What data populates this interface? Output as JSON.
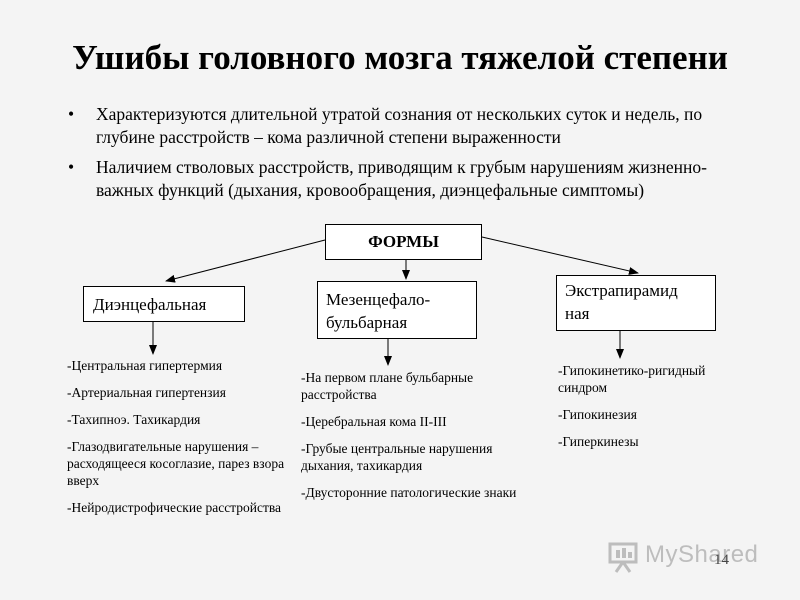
{
  "slide": {
    "title": "Ушибы головного мозга тяжелой степени",
    "bullets": [
      "Характеризуются длительной утратой сознания от нескольких суток и недель, по глубине расстройств – кома различной степени выраженности",
      "Наличием стволовых расстройств, приводящим к грубым нарушениям жизненно-важных функций (дыхания, кровообращения, диэнцефальные симптомы)"
    ],
    "bullet_char": "•",
    "page_number": "14"
  },
  "diagram": {
    "root": "ФОРМЫ",
    "forms": [
      "Диэнцефальная",
      "Мезенцефало-бульбарная",
      "Экстрапирамидная"
    ],
    "form_lines": {
      "m": [
        "Мезенцефало-",
        "бульбарная"
      ],
      "e": [
        "Экстрапирамид",
        "ная"
      ]
    },
    "details": {
      "d": [
        "-Центральная гипертермия",
        "-Артериальная гипертензия",
        "-Тахипноэ. Тахикардия",
        "-Глазодвигательные нарушения – расходящееся косоглазие, парез взора вверх",
        "-Нейродистрофические расстройства"
      ],
      "m": [
        "-На первом плане бульбарные расстройства",
        "-Церебральная кома II-III",
        "-Грубые центральные нарушения дыхания, тахикардия",
        "-Двусторонние патологические знаки"
      ],
      "e": [
        "-Гипокинетико-ригидный синдром",
        "-Гипокинезия",
        "-Гиперкинезы"
      ]
    }
  },
  "watermark": {
    "text": "MyShared",
    "icon": "presentation-board-icon",
    "color": "#bdbdbd"
  }
}
